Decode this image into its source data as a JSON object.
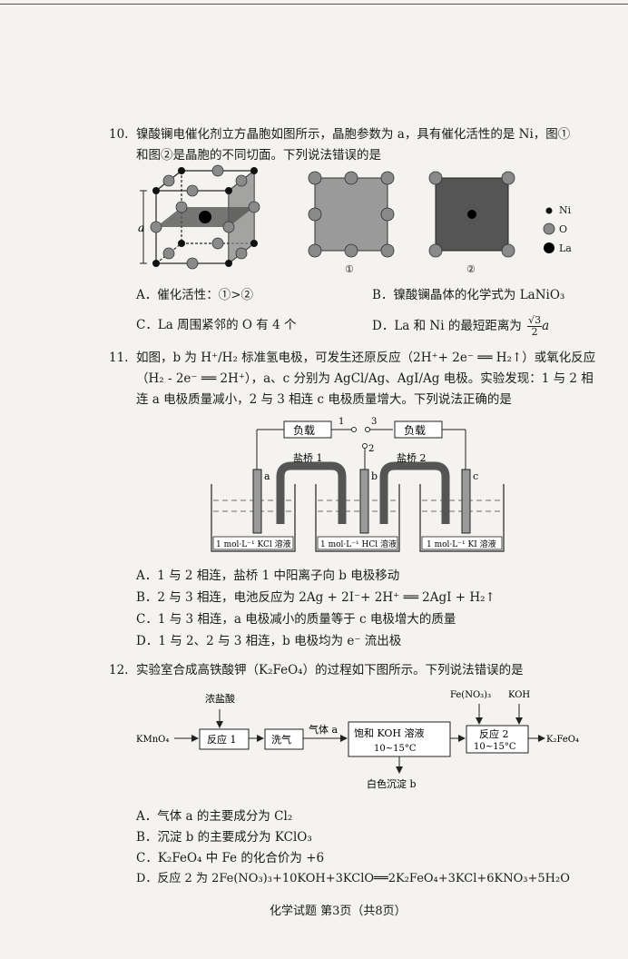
{
  "q10": {
    "number": "10.",
    "line1": "镍酸镧电催化剂立方晶胞如图所示，晶胞参数为 a，具有催化活性的是 Ni，图①",
    "line2": "和图②是晶胞的不同切面。下列说法错误的是",
    "fig_a_label": "a",
    "fig1_label": "①",
    "fig2_label": "②",
    "legend": [
      "Ni",
      "O",
      "La"
    ],
    "options": {
      "A": "A．催化活性：①>②",
      "B": "B．镍酸镧晶体的化学式为 LaNiO₃",
      "C": "C．La 周围紧邻的 O 有 4 个",
      "D_prefix": "D．La 和 Ni 的最短距离为",
      "D_num": "√3",
      "D_den": "2",
      "D_var": "a"
    }
  },
  "q11": {
    "number": "11.",
    "line1": "如图，b 为 H⁺/H₂ 标准氢电极，可发生还原反应（2H⁺+ 2e⁻ ══ H₂↑）或氧化反应",
    "line2": "（H₂ - 2e⁻ ══ 2H⁺），a、c 分别为 AgCl/Ag、AgI/Ag 电极。实验发现：1 与 2 相",
    "line3": "连 a 电极质量减小，2 与 3 相连 c 电极质量增大。下列说法正确的是",
    "diagram": {
      "load": "负载",
      "terminals": [
        "1",
        "2",
        "3"
      ],
      "bridge1": "盐桥 1",
      "bridge2": "盐桥 2",
      "electrodes": [
        "a",
        "b",
        "c"
      ],
      "solutions": [
        "1 mol·L⁻¹ KCl 溶液",
        "1 mol·L⁻¹ HCl 溶液",
        "1 mol·L⁻¹ KI 溶液"
      ]
    },
    "options": {
      "A": "A．1 与 2 相连，盐桥 1 中阳离子向 b 电极移动",
      "B": "B．2 与 3 相连，电池反应为 2Ag + 2I⁻+ 2H⁺ ══ 2AgI + H₂↑",
      "C": "C．1 与 3 相连，a 电极减小的质量等于 c 电极增大的质量",
      "D": "D．1 与 2、2 与 3 相连，b 电极均为 e⁻ 流出极"
    }
  },
  "q12": {
    "number": "12.",
    "line1": "实验室合成高铁酸钾（K₂FeO₄）的过程如下图所示。下列说法错误的是",
    "flow": {
      "hcl": "浓盐酸",
      "kmno4": "KMnO₄",
      "reaction1": "反应 1",
      "wash": "洗气",
      "gas_a": "气体 a",
      "koh_box1": "饱和 KOH 溶液",
      "koh_box2": "10~15°C",
      "precip": "白色沉淀 b",
      "feno3": "Fe(NO₃)₃",
      "koh": "KOH",
      "reaction2_1": "反应 2",
      "reaction2_2": "10~15°C",
      "product": "K₂FeO₄"
    },
    "options": {
      "A": "A．气体 a 的主要成分为 Cl₂",
      "B": "B．沉淀 b 的主要成分为 KClO₃",
      "C": "C．K₂FeO₄ 中 Fe 的化合价为 +6",
      "D": "D．反应 2 为 2Fe(NO₃)₃+10KOH+3KClO══2K₂FeO₄+3KCl+6KNO₃+5H₂O"
    }
  },
  "footer": "化学试题 第3页（共8页）"
}
